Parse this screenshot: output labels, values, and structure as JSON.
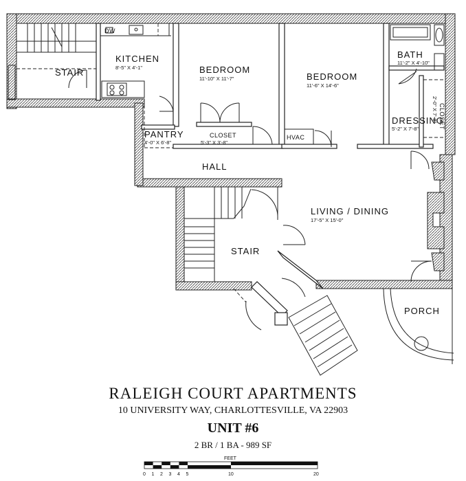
{
  "rooms": {
    "stair_west": {
      "name": "STAIR"
    },
    "kitchen": {
      "name": "KITCHEN",
      "dim": "8'-5\" X 4'-1\""
    },
    "bedroom_1": {
      "name": "BEDROOM",
      "dim": "11'-10\" X 11'-7\""
    },
    "bedroom_2": {
      "name": "BEDROOM",
      "dim": "11'-6\" X 14'-6\""
    },
    "bath": {
      "name": "BATH",
      "dim": "11'-2\" X 4'-10\""
    },
    "closet_1": {
      "name": "CLOSET",
      "dim": "5'-3\" X 3'-8\""
    },
    "closet_2": {
      "name": "CLOSET",
      "dim": "2'-0\" X 7'-8\""
    },
    "pantry": {
      "name": "PANTRY",
      "dim": "4'-0\" X 6'-8\""
    },
    "hvac": {
      "name": "HVAC"
    },
    "dressing": {
      "name": "DRESSING",
      "dim": "5'-2\" X 7'-8\""
    },
    "hall": {
      "name": "HALL"
    },
    "living_dining": {
      "name": "LIVING / DINING",
      "dim": "17'-5\" X 15'-0\""
    },
    "stair_center": {
      "name": "STAIR"
    },
    "porch": {
      "name": "PORCH"
    }
  },
  "fixtures": {
    "dishwasher": "DW"
  },
  "title": {
    "name": "RALEIGH COURT APARTMENTS",
    "address": "10 UNIVERSITY WAY, CHARLOTTESVILLE, VA 22903",
    "unit": "UNIT #6",
    "summary": "2 BR / 1 BA - 989 SF"
  },
  "scale": {
    "label": "FEET",
    "ticks": [
      "0",
      "1",
      "2",
      "3",
      "4",
      "5",
      "10",
      "20"
    ]
  }
}
